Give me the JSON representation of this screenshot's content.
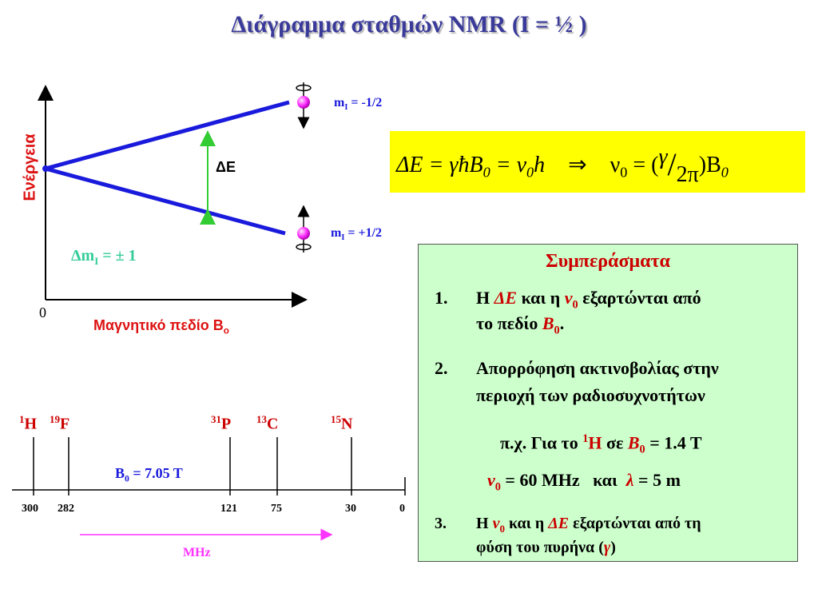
{
  "title": "Διάγραμμα σταθμών NMR (I = ½ )",
  "diagram": {
    "y_axis_label": "Ενέργεια",
    "origin_label": "0",
    "x_axis_label": "Μαγνητικό πεδίο B",
    "x_axis_label_sub": "o",
    "upper_level": {
      "m": "m",
      "sub": "I",
      "value": " = -1/2"
    },
    "lower_level": {
      "m": "m",
      "sub": "I",
      "value": " = +1/2"
    },
    "delta_e_label": "ΔE",
    "selection_rule": {
      "prefix": "Δm",
      "sub": "I",
      "value": " = ± 1"
    },
    "colors": {
      "levels": "#1a1adc",
      "arrow": "#33cc33",
      "sphere": "#ff33ff",
      "rule": "#33cc99",
      "red": "#dd1111"
    }
  },
  "formula": {
    "lhs": "ΔE = γħB",
    "lhs_sub": "0",
    "middle": " = ν",
    "middle_sub": "0",
    "h": "h",
    "implies": "⇒",
    "nu": "ν",
    "nu_sub": "0",
    "eq": " = (",
    "gamma": "γ",
    "two_pi": "2π",
    "close": ")B",
    "close_sub": "0"
  },
  "spectrum": {
    "nuclei": [
      {
        "mass": "1",
        "symbol": "H",
        "freq": "300"
      },
      {
        "mass": "19",
        "symbol": "F",
        "freq": "282"
      },
      {
        "mass": "31",
        "symbol": "P",
        "freq": "121"
      },
      {
        "mass": "13",
        "symbol": "C",
        "freq": "75"
      },
      {
        "mass": "15",
        "symbol": "N",
        "freq": "30"
      }
    ],
    "zero_label": "0",
    "field_label": {
      "prefix": "B",
      "sub": "0",
      "value": " = 7.05 T"
    },
    "unit_label": "MHz"
  },
  "conclusions": {
    "title": "Συμπεράσματα",
    "item1": {
      "num": "1.",
      "a": "Η ",
      "de": "ΔE",
      "b": " και η ",
      "nu": "v",
      "nu_sub": "0",
      "c": " εξαρτώνται από",
      "line2": "το πεδίο ",
      "b0": "B",
      "b0_sub": "0",
      "end": "."
    },
    "item2": {
      "num": "2.",
      "line1": "Απορρόφηση ακτινοβολίας στην",
      "line2": "περιοχή των ραδιοσυχνοτήτων"
    },
    "example": {
      "a": "π.χ. Για το ",
      "sup": "1",
      "h": "H",
      "b": " σε ",
      "b0": "B",
      "b0_sub": "0",
      "c": " = 1.4 T"
    },
    "freq_line": {
      "nu": "v",
      "nu_sub": "0",
      "a": " = 60 MHz   και  ",
      "lambda": "λ",
      "b": " = 5 m"
    },
    "item3": {
      "num": "3.",
      "a": "Η ",
      "nu": "v",
      "nu_sub": "0",
      "b": " και η ",
      "de": "ΔE",
      "c": " εξαρτώνται από τη",
      "line2": "φύση του πυρήνα (",
      "gamma": "γ",
      "end": ")"
    }
  }
}
